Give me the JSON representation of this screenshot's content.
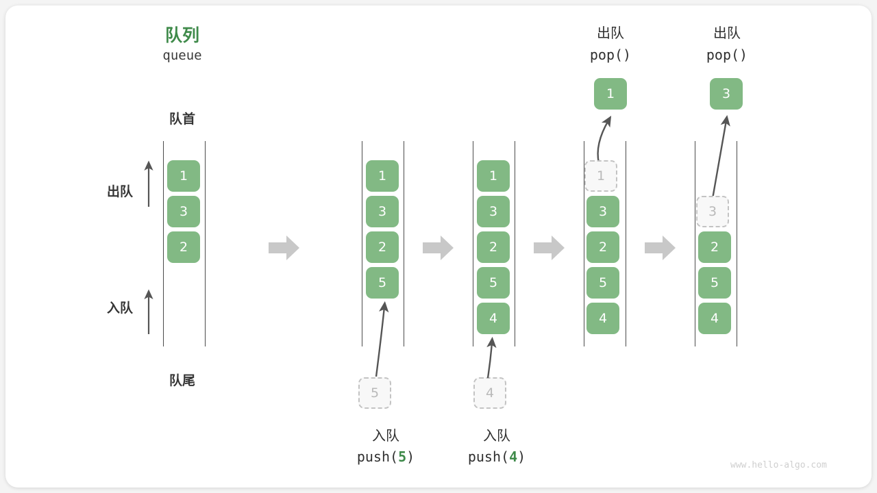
{
  "figure": {
    "title_cn": "队列",
    "title_en": "queue",
    "front_label": "队首",
    "rear_label": "队尾",
    "dequeue_label": "出队",
    "enqueue_label": "入队",
    "watermark": "www.hello-algo.com",
    "accent_green": "#3f8a4a",
    "cell_green": "#82b984",
    "ghost_gray": "#b9b9b9",
    "arrow_gray": "#c8c8c8",
    "line_gray": "#4a4a4a"
  },
  "steps": [
    {
      "id": "initial",
      "cells": [
        {
          "value": "1",
          "state": "filled"
        },
        {
          "value": "3",
          "state": "filled"
        },
        {
          "value": "2",
          "state": "filled"
        }
      ],
      "caption_cn": "",
      "caption_code": "",
      "incoming": null,
      "popped": null
    },
    {
      "id": "push-5",
      "cells": [
        {
          "value": "1",
          "state": "filled"
        },
        {
          "value": "3",
          "state": "filled"
        },
        {
          "value": "2",
          "state": "filled"
        },
        {
          "value": "5",
          "state": "filled"
        }
      ],
      "caption_cn": "入队",
      "caption_code_prefix": "push(",
      "caption_code_arg": "5",
      "caption_code_suffix": ")",
      "incoming": {
        "value": "5",
        "state": "ghost"
      },
      "popped": null
    },
    {
      "id": "push-4",
      "cells": [
        {
          "value": "1",
          "state": "filled"
        },
        {
          "value": "3",
          "state": "filled"
        },
        {
          "value": "2",
          "state": "filled"
        },
        {
          "value": "5",
          "state": "filled"
        },
        {
          "value": "4",
          "state": "filled"
        }
      ],
      "caption_cn": "入队",
      "caption_code_prefix": "push(",
      "caption_code_arg": "4",
      "caption_code_suffix": ")",
      "incoming": {
        "value": "4",
        "state": "ghost"
      },
      "popped": null
    },
    {
      "id": "pop-1",
      "cells": [
        {
          "value": "1",
          "state": "ghost"
        },
        {
          "value": "3",
          "state": "filled"
        },
        {
          "value": "2",
          "state": "filled"
        },
        {
          "value": "5",
          "state": "filled"
        },
        {
          "value": "4",
          "state": "filled"
        }
      ],
      "header_cn": "出队",
      "header_code": "pop()",
      "popped": {
        "value": "1",
        "state": "filled"
      },
      "incoming": null
    },
    {
      "id": "pop-3",
      "cells": [
        {
          "value": "",
          "state": "empty"
        },
        {
          "value": "3",
          "state": "ghost"
        },
        {
          "value": "2",
          "state": "filled"
        },
        {
          "value": "5",
          "state": "filled"
        },
        {
          "value": "4",
          "state": "filled"
        }
      ],
      "header_cn": "出队",
      "header_code": "pop()",
      "popped": {
        "value": "3",
        "state": "filled"
      },
      "incoming": null
    }
  ]
}
